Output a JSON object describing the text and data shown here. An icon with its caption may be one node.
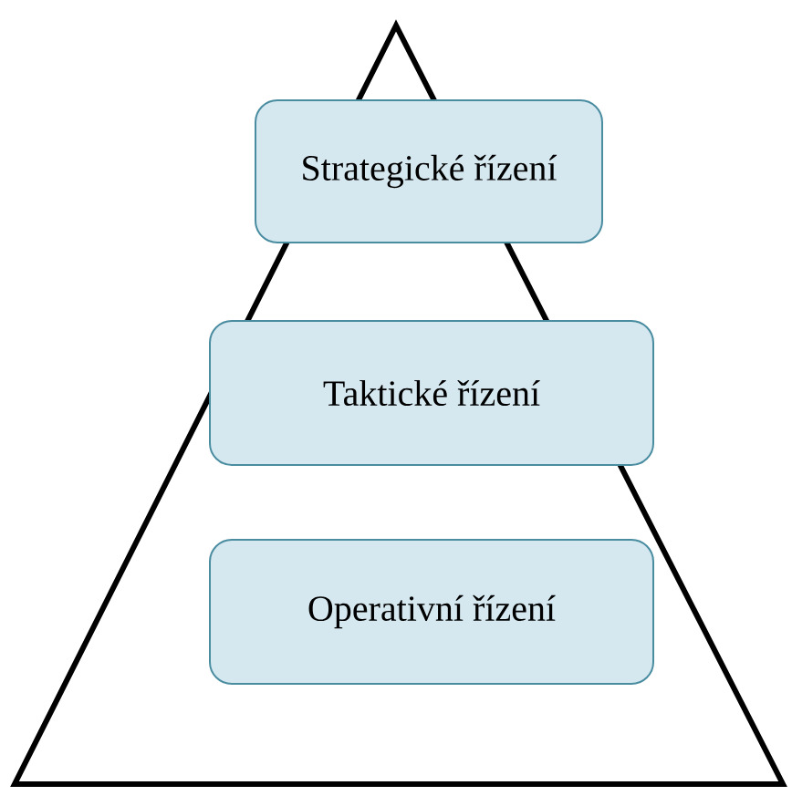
{
  "diagram": {
    "nodes": [
      {
        "text": [
          "Strategické řízení"
        ]
      },
      {
        "text": [
          "Taktické řízení"
        ]
      },
      {
        "text": [
          "Operativní řízení"
        ]
      }
    ]
  }
}
